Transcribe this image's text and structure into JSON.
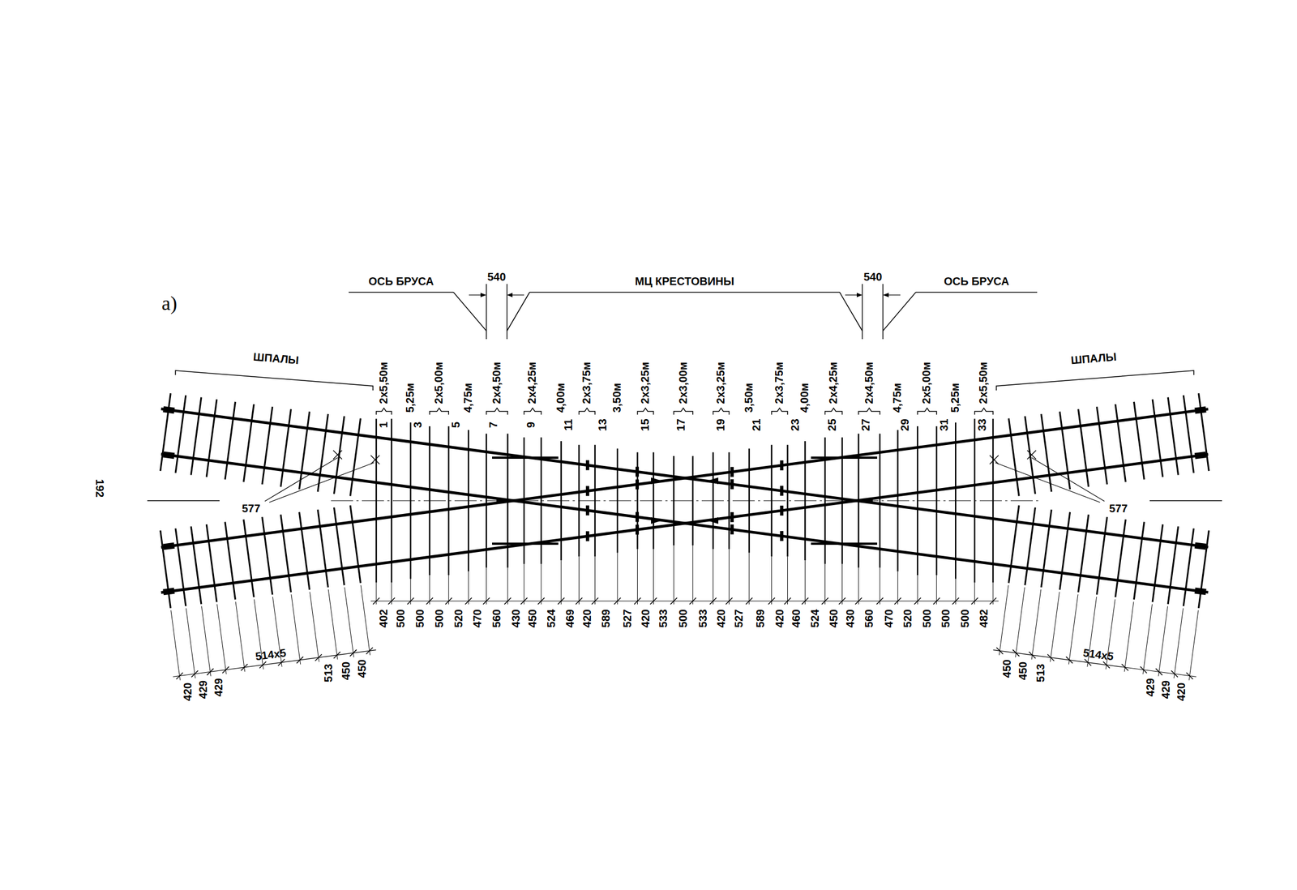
{
  "diagram": {
    "labels": [
      "a)",
      "ОСЬ БРУСА",
      "540",
      "МЦ КРЕСТОВИНЫ",
      "540",
      "ОСЬ БРУСА",
      "ШПАЛЫ",
      "ШПАЛЫ",
      "192",
      "2x5,50м",
      "5,25м",
      "2x5,00м",
      "4,75м",
      "2x4,50м",
      "2x4,25м",
      "4,00м",
      "2x3,75м",
      "3,50м",
      "2x3,25м",
      "2x3,00м",
      "2x3,25м",
      "3,50м",
      "2x3,75м",
      "4,00м",
      "2x4,25м",
      "2x4,50м",
      "4,75м",
      "2x5,00м",
      "5,25м",
      "2x5,50м",
      "1",
      "3",
      "5",
      "7",
      "9",
      "11",
      "13",
      "15",
      "17",
      "19",
      "21",
      "23",
      "25",
      "27",
      "29",
      "31",
      "33",
      "577",
      "577",
      "402",
      "500",
      "500",
      "500",
      "520",
      "470",
      "560",
      "430",
      "450",
      "524",
      "469",
      "420",
      "589",
      "527",
      "420",
      "533",
      "500",
      "533",
      "420",
      "527",
      "589",
      "420",
      "460",
      "524",
      "450",
      "430",
      "560",
      "470",
      "520",
      "500",
      "500",
      "500",
      "482",
      "420",
      "429",
      "429",
      "514x5",
      "513",
      "450",
      "450",
      "450",
      "450",
      "513",
      "514x5",
      "429",
      "429",
      "420"
    ]
  }
}
